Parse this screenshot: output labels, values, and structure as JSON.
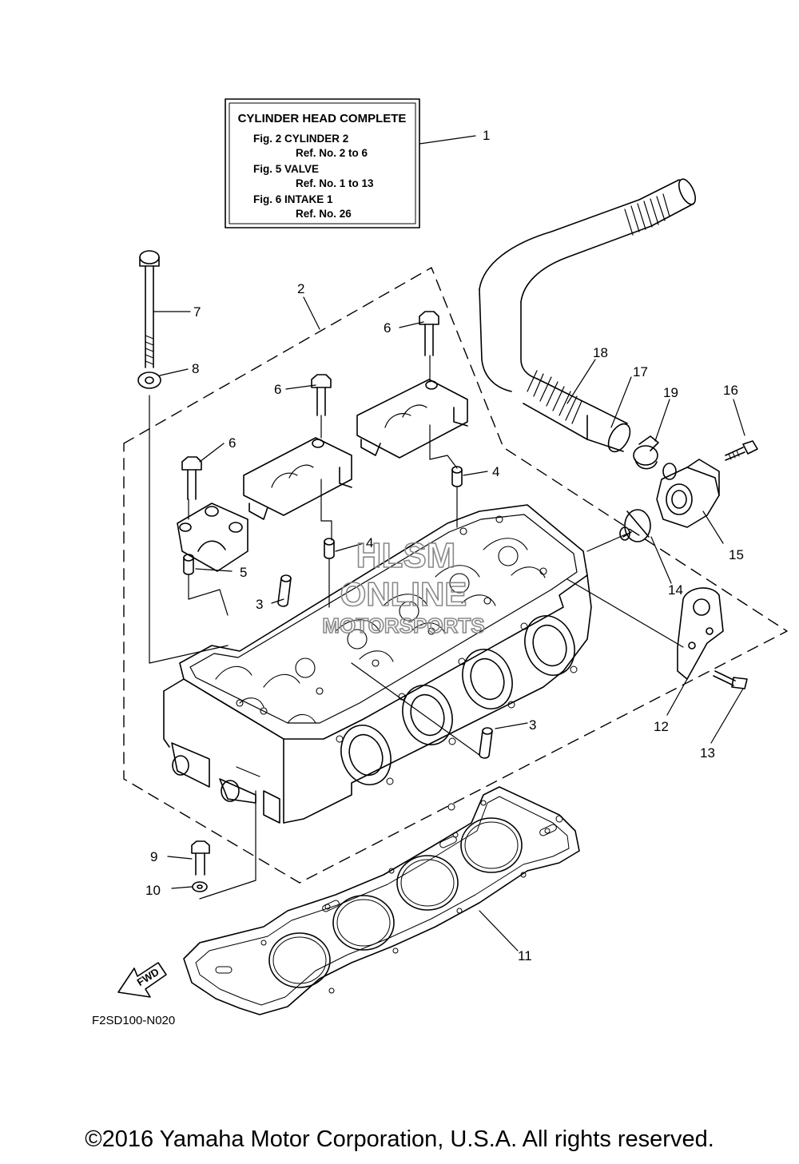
{
  "label_box": {
    "title": "CYLINDER HEAD COMPLETE",
    "lines": [
      "Fig. 2 CYLINDER 2",
      "Ref. No. 2 to 6",
      "Fig. 5 VALVE",
      "Ref. No. 1 to 13",
      "Fig. 6 INTAKE 1",
      "Ref. No. 26"
    ]
  },
  "callouts": {
    "c1": "1",
    "c2": "2",
    "c3a": "3",
    "c3b": "3",
    "c4a": "4",
    "c4b": "4",
    "c5": "5",
    "c6a": "6",
    "c6b": "6",
    "c6c": "6",
    "c7": "7",
    "c8": "8",
    "c9": "9",
    "c10": "10",
    "c11": "11",
    "c12": "12",
    "c13": "13",
    "c14": "14",
    "c15": "15",
    "c16": "16",
    "c17": "17",
    "c18": "18",
    "c19": "19"
  },
  "fwd_arrow": "FWD",
  "drawing_code": "F2SD100-N020",
  "watermark": {
    "line1": "HLSM",
    "line2": "ONLINE",
    "line3": "MOTORSPORTS"
  },
  "copyright": "©2016 Yamaha Motor Corporation, U.S.A. All rights reserved."
}
